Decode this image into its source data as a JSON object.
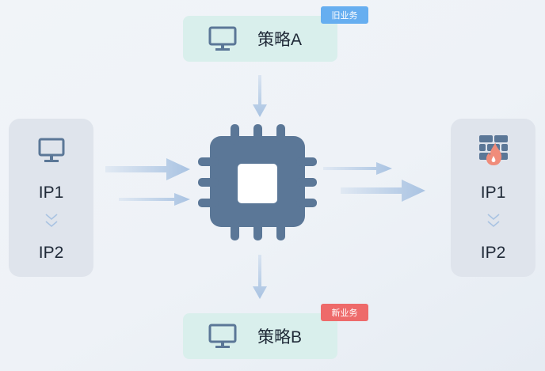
{
  "left_panel": {
    "ip1": "IP1",
    "ip2": "IP2",
    "icon": "monitor-icon"
  },
  "right_panel": {
    "ip1": "IP1",
    "ip2": "IP2",
    "icon": "firewall-icon"
  },
  "strategy_a": {
    "label": "策略A",
    "badge": "旧业务",
    "badge_color": "#66aef0"
  },
  "strategy_b": {
    "label": "策略B",
    "badge": "新业务",
    "badge_color": "#ee6a6a"
  },
  "colors": {
    "chip": "#5b7797",
    "arrow": "#a9c3e2",
    "box": "#d9efec",
    "panel": "#dfe4ec"
  }
}
